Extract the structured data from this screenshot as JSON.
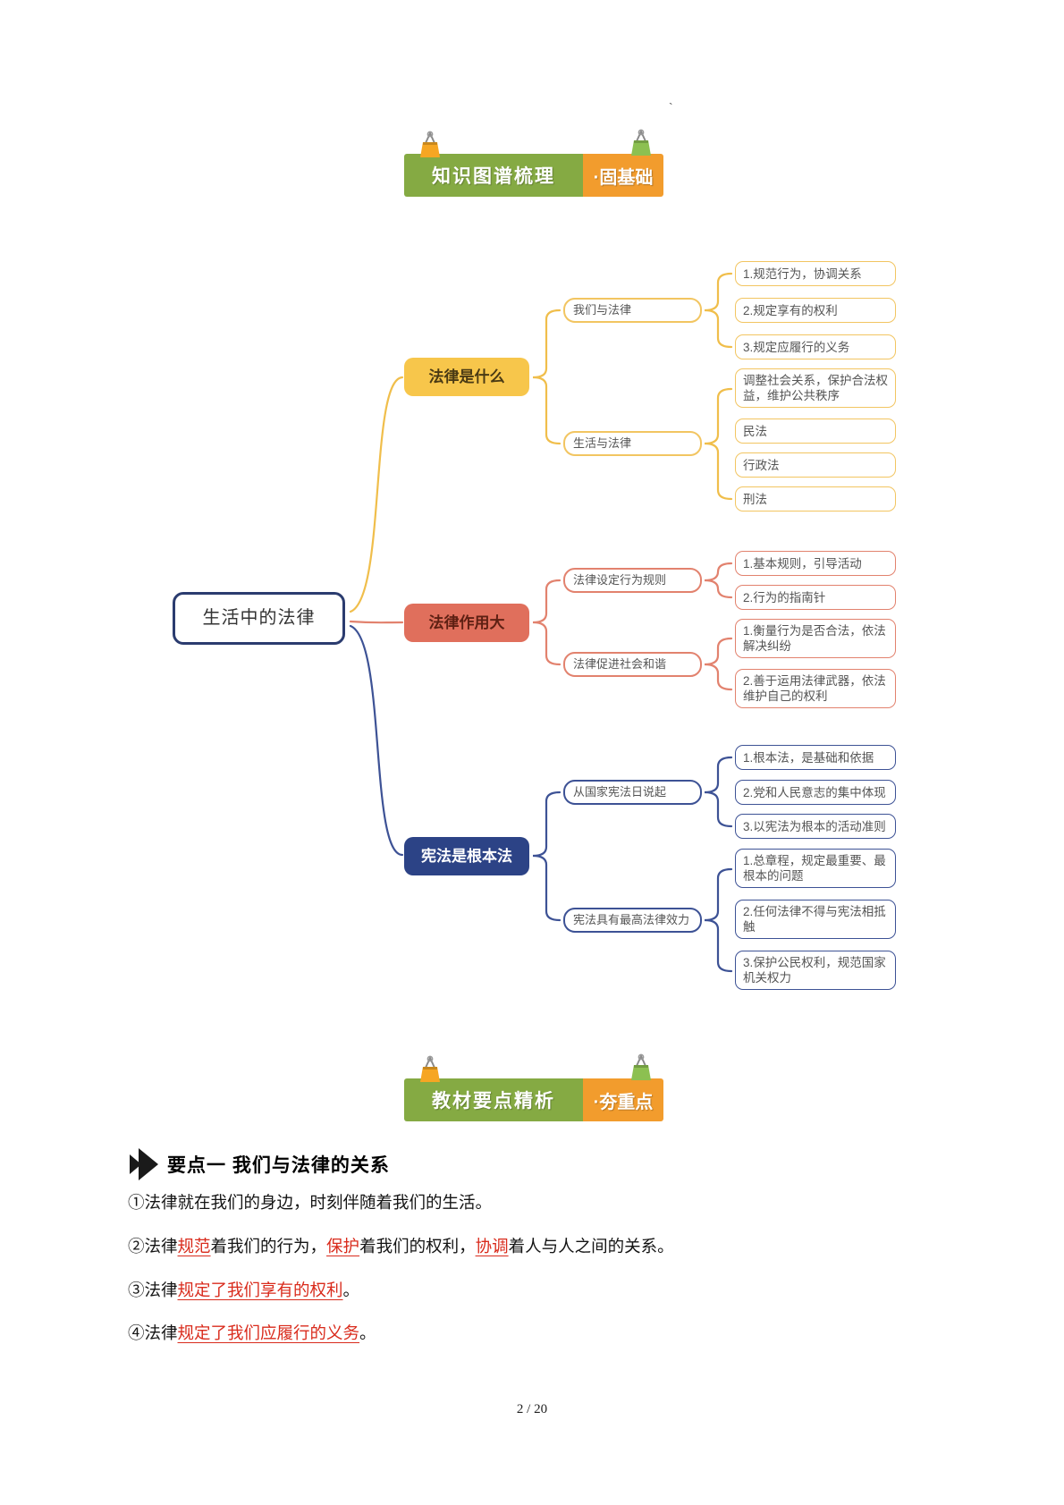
{
  "stray_mark": "`",
  "banners": {
    "top": {
      "left": "知识图谱梳理",
      "right": "·固基础"
    },
    "bottom": {
      "left": "教材要点精析",
      "right": "·夯重点"
    }
  },
  "icons": {
    "binder_clip_left": "binder-clip-icon",
    "binder_clip_right": "binder-clip-icon",
    "heading_arrow": "double-play-arrow-icon"
  },
  "colors": {
    "banner_green": "#85aa43",
    "banner_orange": "#f29c2d",
    "branch_yellow": "#f7c64b",
    "branch_red": "#e06f5c",
    "branch_navy": "#2c4386",
    "leaf_border_yellow": "#f2c561",
    "leaf_border_red": "#e2826e",
    "leaf_border_navy": "#3d5295",
    "root_border": "#2b3c6f",
    "accent_red_text": "#d92b1c"
  },
  "mindmap": {
    "root": "生活中的法律",
    "branches": [
      {
        "label": "法律是什么",
        "children": [
          {
            "label": "我们与法律",
            "leaves": [
              "1.规范行为，协调关系",
              "2.规定享有的权利",
              "3.规定应履行的义务"
            ]
          },
          {
            "label": "生活与法律",
            "leaves": [
              "调整社会关系，保护合法权益，维护公共秩序",
              "民法",
              "行政法",
              "刑法"
            ]
          }
        ]
      },
      {
        "label": "法律作用大",
        "children": [
          {
            "label": "法律设定行为规则",
            "leaves": [
              "1.基本规则，引导活动",
              "2.行为的指南针"
            ]
          },
          {
            "label": "法律促进社会和谐",
            "leaves": [
              "1.衡量行为是否合法，依法解决纠纷",
              "2.善于运用法律武器，依法维护自己的权利"
            ]
          }
        ]
      },
      {
        "label": "宪法是根本法",
        "children": [
          {
            "label": "从国家宪法日说起",
            "leaves": [
              "1.根本法，是基础和依据",
              "2.党和人民意志的集中体现",
              "3.以宪法为根本的活动准则"
            ]
          },
          {
            "label": "宪法具有最高法律效力",
            "leaves": [
              "1.总章程，规定最重要、最根本的问题",
              "2.任何法律不得与宪法相抵触",
              "3.保护公民权利，规范国家机关权力"
            ]
          }
        ]
      }
    ]
  },
  "section": {
    "heading": "要点一 我们与法律的关系",
    "points": [
      {
        "segments": [
          {
            "text": "①法律就在我们的身边，时刻伴随着我们的生活。",
            "red": false
          }
        ]
      },
      {
        "segments": [
          {
            "text": "②法律",
            "red": false
          },
          {
            "text": "规范",
            "red": true
          },
          {
            "text": "着我们的行为，",
            "red": false
          },
          {
            "text": "保护",
            "red": true
          },
          {
            "text": "着我们的权利，",
            "red": false
          },
          {
            "text": "协调",
            "red": true
          },
          {
            "text": "着人与人之间的关系。",
            "red": false
          }
        ]
      },
      {
        "segments": [
          {
            "text": "③法律",
            "red": false
          },
          {
            "text": "规定了我们享有的权利",
            "red": true
          },
          {
            "text": "。",
            "red": false
          }
        ]
      },
      {
        "segments": [
          {
            "text": "④法律",
            "red": false
          },
          {
            "text": "规定了我们应履行的义务",
            "red": true
          },
          {
            "text": "。",
            "red": false
          }
        ]
      }
    ]
  },
  "page": {
    "number": "2 / 20"
  }
}
